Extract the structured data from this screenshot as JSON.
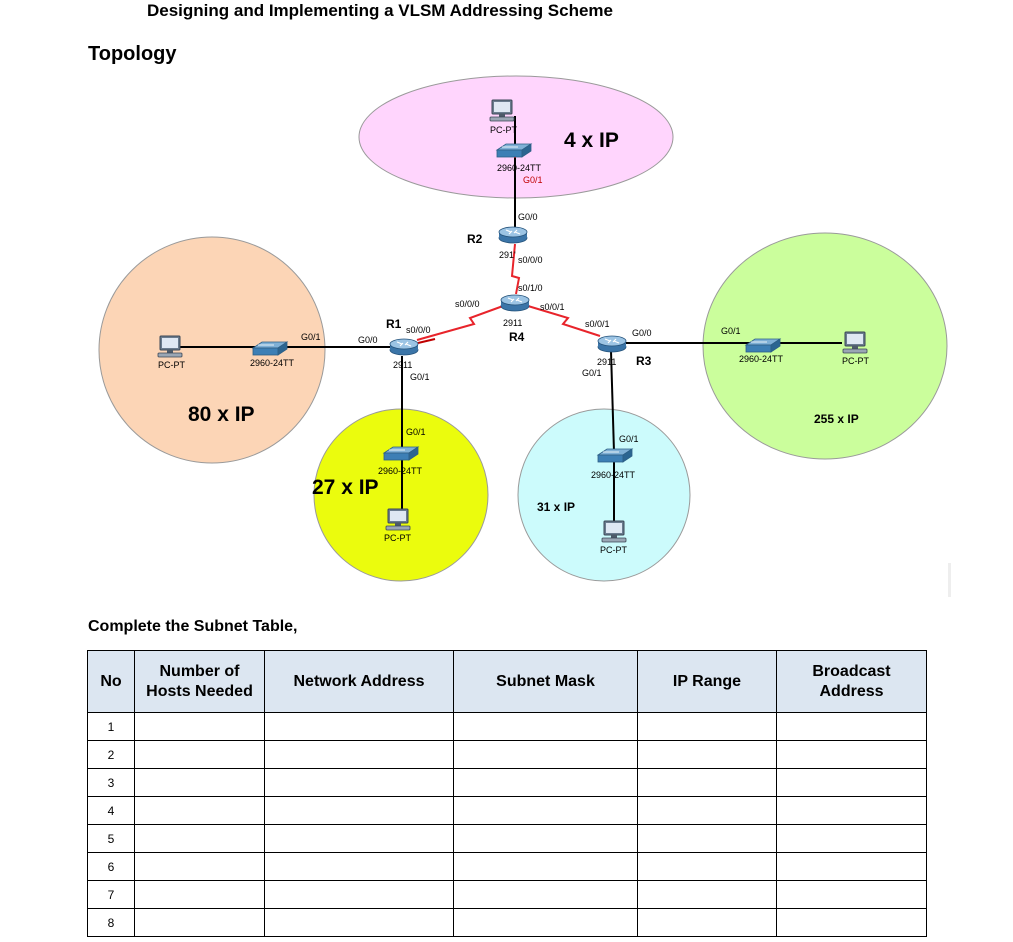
{
  "document": {
    "title": "Designing and Implementing a VLSM Addressing Scheme",
    "section": "Topology",
    "table_intro": "Complete the Subnet Table,"
  },
  "topology": {
    "lans": [
      {
        "id": "r2-lan",
        "hosts_label": "4 x IP",
        "color": "#ffd5fd"
      },
      {
        "id": "r1-left-lan",
        "hosts_label": "80 x IP",
        "color": "#fcd5b6"
      },
      {
        "id": "r1-bottom-lan",
        "hosts_label": "27 x IP",
        "color": "#ebfc0d"
      },
      {
        "id": "r3-bottom-lan",
        "hosts_label": "31 x IP",
        "color": "#ccfbfc"
      },
      {
        "id": "r3-right-lan",
        "hosts_label": "255 x IP",
        "color": "#cbfe9c"
      }
    ],
    "routers": {
      "r1": {
        "name": "R1",
        "model": "2911"
      },
      "r2": {
        "name": "R2",
        "model": "291'"
      },
      "r3": {
        "name": "R3",
        "model": "2911"
      },
      "r4": {
        "name": "R4",
        "model": "2911"
      }
    },
    "devices": {
      "pc": "PC-PT",
      "pc_top": "PC-PT",
      "switch": "2960-24TT"
    },
    "interfaces": {
      "g0_0": "G0/0",
      "g0_1": "G0/1",
      "s0_0_0": "s0/0/0",
      "s0_0_1": "s0/0/1",
      "s0_1_0": "s0/1/0"
    },
    "link_colors": {
      "ethernet": "#000000",
      "serial": "#e8242b",
      "serial_down": "#c00000"
    }
  },
  "table": {
    "headers": {
      "no": "No",
      "hosts": [
        "Number of",
        "Hosts Needed"
      ],
      "network": "Network Address",
      "mask": "Subnet Mask",
      "range": "IP Range",
      "broadcast": [
        "Broadcast",
        "Address"
      ]
    },
    "rows": [
      {
        "no": "1",
        "hosts": "",
        "network": "",
        "mask": "",
        "range": "",
        "broadcast": ""
      },
      {
        "no": "2",
        "hosts": "",
        "network": "",
        "mask": "",
        "range": "",
        "broadcast": ""
      },
      {
        "no": "3",
        "hosts": "",
        "network": "",
        "mask": "",
        "range": "",
        "broadcast": ""
      },
      {
        "no": "4",
        "hosts": "",
        "network": "",
        "mask": "",
        "range": "",
        "broadcast": ""
      },
      {
        "no": "5",
        "hosts": "",
        "network": "",
        "mask": "",
        "range": "",
        "broadcast": ""
      },
      {
        "no": "6",
        "hosts": "",
        "network": "",
        "mask": "",
        "range": "",
        "broadcast": ""
      },
      {
        "no": "7",
        "hosts": "",
        "network": "",
        "mask": "",
        "range": "",
        "broadcast": ""
      },
      {
        "no": "8",
        "hosts": "",
        "network": "",
        "mask": "",
        "range": "",
        "broadcast": ""
      }
    ],
    "header_bg": "#dce6f1"
  }
}
